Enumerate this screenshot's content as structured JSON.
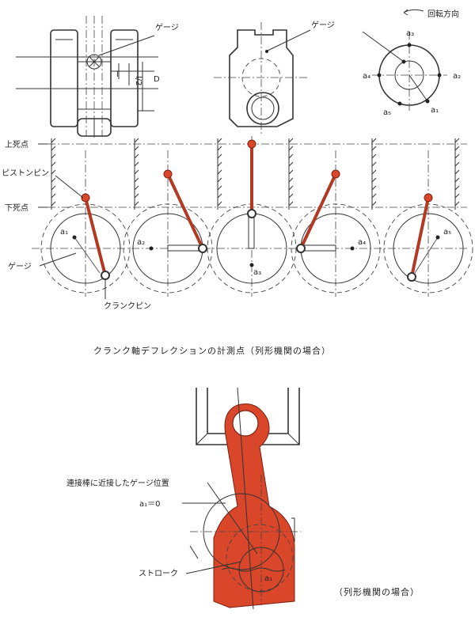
{
  "top": {
    "gauge_label_1": "ゲージ",
    "gauge_label_2": "ゲージ",
    "half_label": "l/2",
    "l_label": "l",
    "d_label": "D",
    "rotation_label": "回転方向",
    "positions": {
      "a1": "a₁",
      "a2": "a₂",
      "a3": "a₃",
      "a4": "a₄",
      "a5": "a₅"
    }
  },
  "middle": {
    "tdc_label": "上死点",
    "piston_pin_label": "ピストンピン",
    "bdc_label": "下死点",
    "gauge_label": "ゲージ",
    "crank_pin_label": "クランクピン",
    "stage_labels": [
      "a₁",
      "a₂",
      "a₃",
      "a₄",
      "a₅"
    ],
    "caption": "クランク軸デフレクションの計測点（列形機関の場合）"
  },
  "bottom": {
    "gauge_position_label": "連接棒に近接したゲージ位置",
    "a1_zero_label": "a₁＝0",
    "stroke_label": "ストローク",
    "a1_label": "a₁",
    "caption": "（列形機関の場合）"
  },
  "colors": {
    "accent_red": "#d9462a",
    "line": "#333333"
  }
}
